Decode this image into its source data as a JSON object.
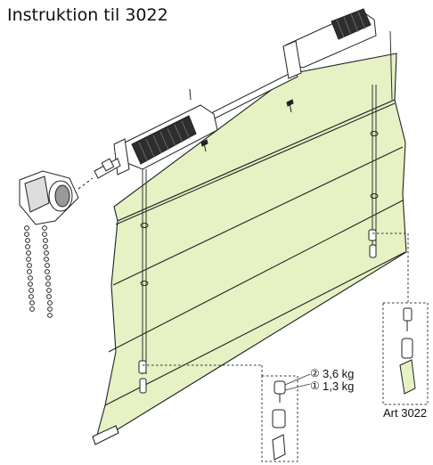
{
  "title": "Instruktion til 3022",
  "weights": {
    "circle_2": "②",
    "circle_1": "①",
    "heavy": "3,6 kg",
    "light": "1,3 kg"
  },
  "article": "Art 3022",
  "colors": {
    "fabric": "#e6f1c4",
    "outline": "#222222",
    "mechanism": "#2e2e2e"
  }
}
